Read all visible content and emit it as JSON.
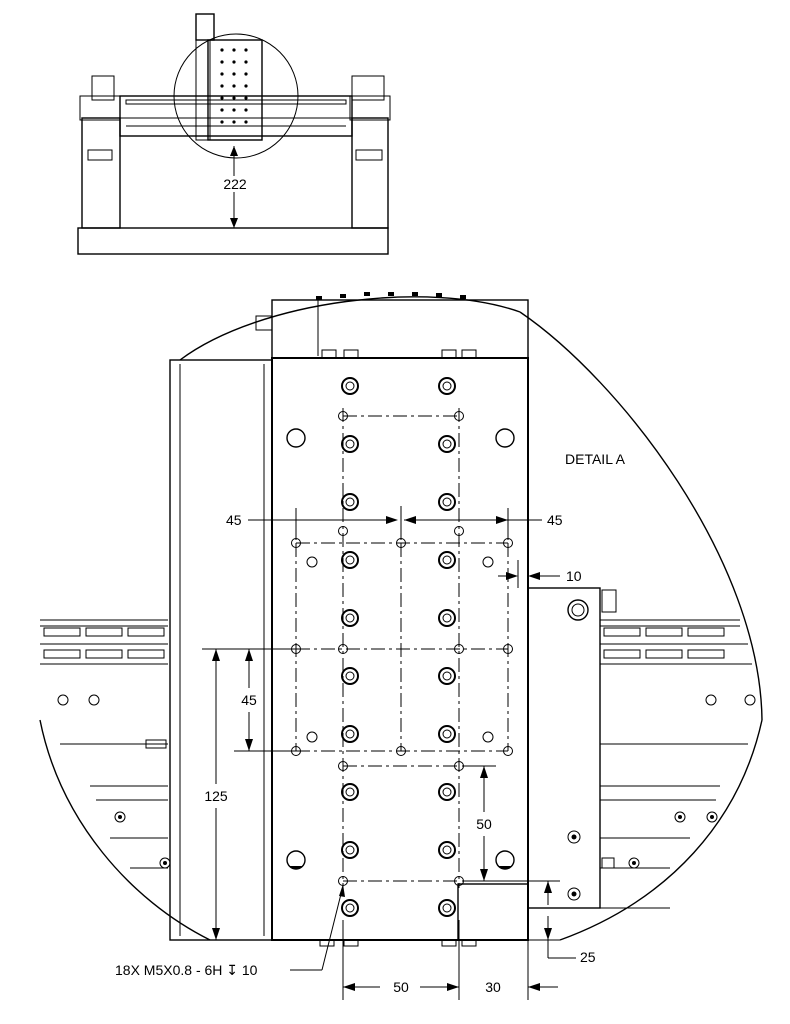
{
  "overview": {
    "height_dimension": "222"
  },
  "detail": {
    "title": "DETAIL A",
    "dimensions": {
      "pitch_45_left": "45",
      "pitch_45_right": "45",
      "offset_10": "10",
      "pitch_45_vertical": "45",
      "height_125": "125",
      "pitch_50_vertical": "50",
      "pitch_50_horizontal": "50",
      "offset_30": "30",
      "offset_25": "25"
    },
    "thread_callout": "18X M5X0.8 - 6H ↧ 10"
  }
}
